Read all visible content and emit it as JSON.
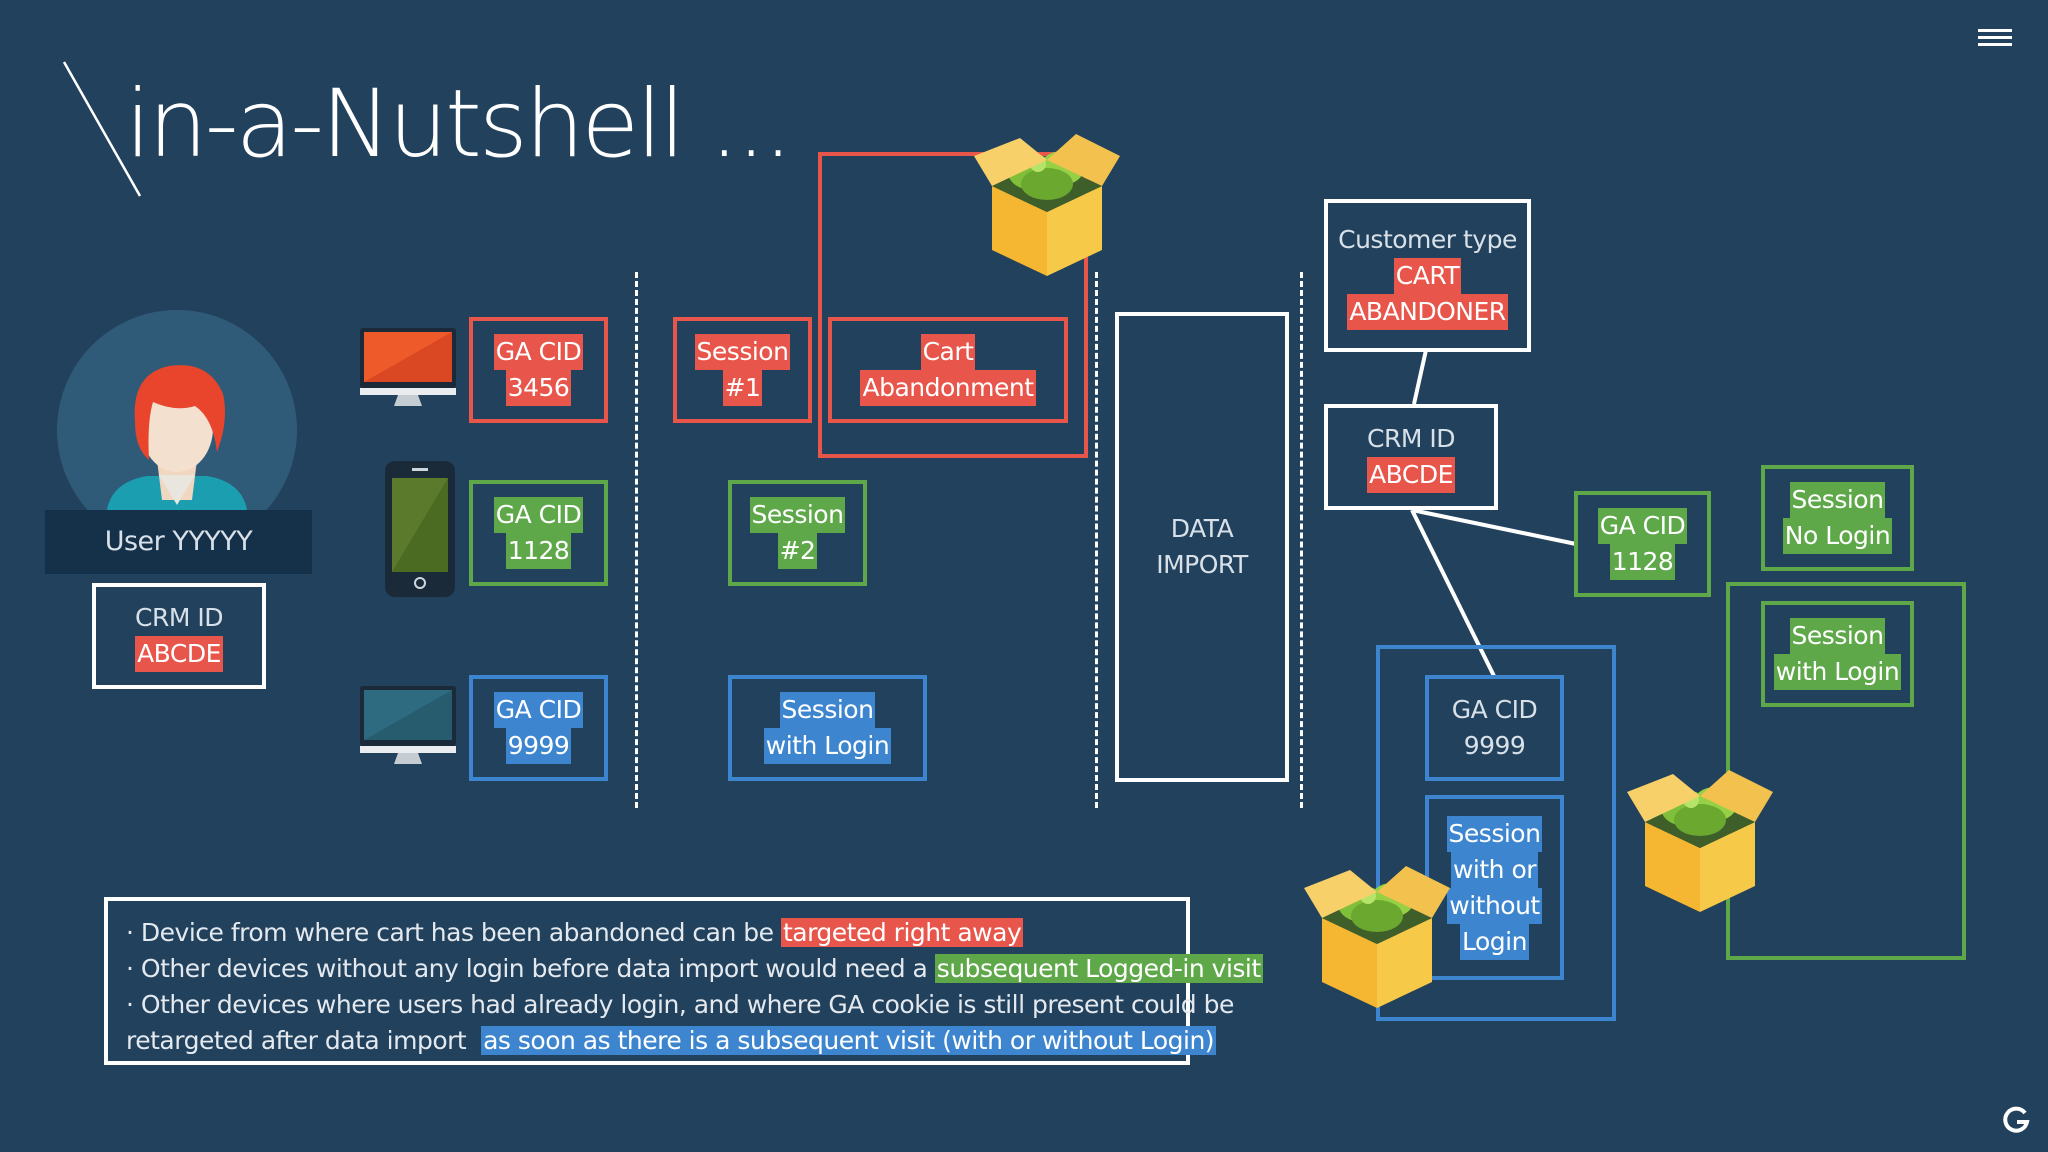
{
  "title": "in-a-Nutshell ...",
  "user": {
    "name": "User YYYYY",
    "crm_label": "CRM ID",
    "crm_value": "ABCDE"
  },
  "devices": [
    {
      "ga_label": "GA CID",
      "ga_value": "3456"
    },
    {
      "ga_label": "GA CID",
      "ga_value": "1128"
    },
    {
      "ga_label": "GA CID",
      "ga_value": "9999"
    }
  ],
  "sessions": {
    "s1_line1": "Session",
    "s1_line2": "#1",
    "cart_line1": "Cart",
    "cart_line2": "Abandonment",
    "s2_line1": "Session",
    "s2_line2": "#2",
    "s3_line1": "Session",
    "s3_line2": "with Login"
  },
  "data_import": {
    "line1": "DATA",
    "line2": "IMPORT"
  },
  "right": {
    "customer_type_label": "Customer type",
    "customer_type_v1": "CART",
    "customer_type_v2": "ABANDONER",
    "crm_label": "CRM ID",
    "crm_value": "ABCDE",
    "ga_green_label": "GA CID",
    "ga_green_value": "1128",
    "ga_blue_label": "GA CID",
    "ga_blue_value": "9999",
    "blue_session": [
      "Session",
      "with or",
      "without",
      "Login"
    ],
    "nologin_1": "Session",
    "nologin_2": "No Login",
    "withlogin_1": "Session",
    "withlogin_2": "with Login"
  },
  "notes": {
    "l1_plain": "· Device from where cart has been abandoned can be ",
    "l1_hl": "targeted right away",
    "l2_plain": "· Other devices without any login before data import would need a ",
    "l2_hl": "subsequent Logged-in visit",
    "l3_plain": "· Other devices where users had already login, and where GA cookie is still present could be",
    "l4_plain": "retargeted after data import  ",
    "l4_hl": "as soon as there is a subsequent visit (with or without Login)"
  },
  "colors": {
    "background": "#22415c",
    "red": "#e8554a",
    "green": "#5ea84a",
    "blue": "#3d86cf"
  },
  "icons": [
    "menu-icon",
    "g-logo-icon",
    "user-avatar-icon",
    "desktop-red-icon",
    "phone-icon",
    "desktop-blue-icon",
    "gift-box-icon"
  ]
}
